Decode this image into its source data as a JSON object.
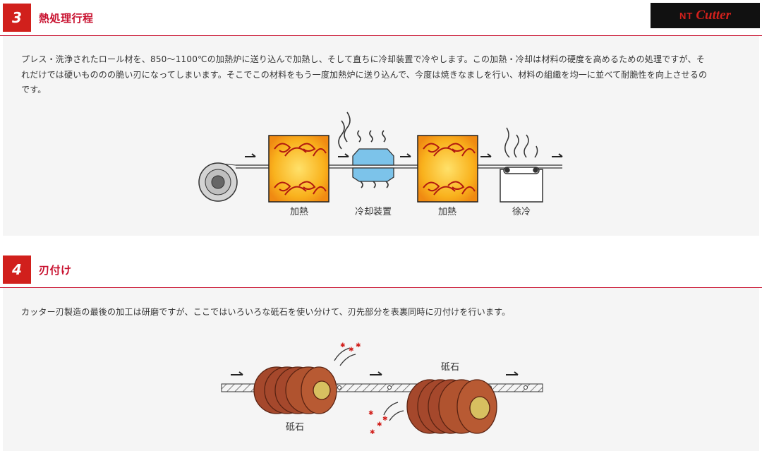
{
  "logo": {
    "prefix": "NT",
    "name": "Cutter"
  },
  "section3": {
    "number": "3",
    "title": "熱処理行程",
    "paragraph_lines": [
      "プレス・洗浄されたロール材を、850〜1100℃の加熱炉に送り込んで加熱し、そして直ちに冷却装置で冷やします。この加熱・冷却は材料の硬度を高めるための処理ですが、そ",
      "れだけでは硬いもののの脆い刃になってしまいます。そこでこの材料をもう一度加熱炉に送り込んで、今度は焼きなましを行い、材料の組織を均一に並べて耐脆性を向上させるの",
      "です。"
    ],
    "diagram_labels": {
      "heat1": "加熱",
      "cooling": "冷却装置",
      "heat2": "加熱",
      "slow_cool": "徐冷"
    }
  },
  "section4": {
    "number": "4",
    "title": "刃付け",
    "paragraph": "カッター刃製造の最後の加工は研磨ですが、ここではいろいろな砥石を使い分けて、刃先部分を表裏同時に刃付けを行います。",
    "diagram_labels": {
      "stone1": "砥石",
      "stone2": "砥石"
    }
  },
  "colors": {
    "accent": "#d1201c",
    "furnace": "#f7a21b",
    "cooler": "#7cc3ea",
    "stone": "#a5482c"
  }
}
